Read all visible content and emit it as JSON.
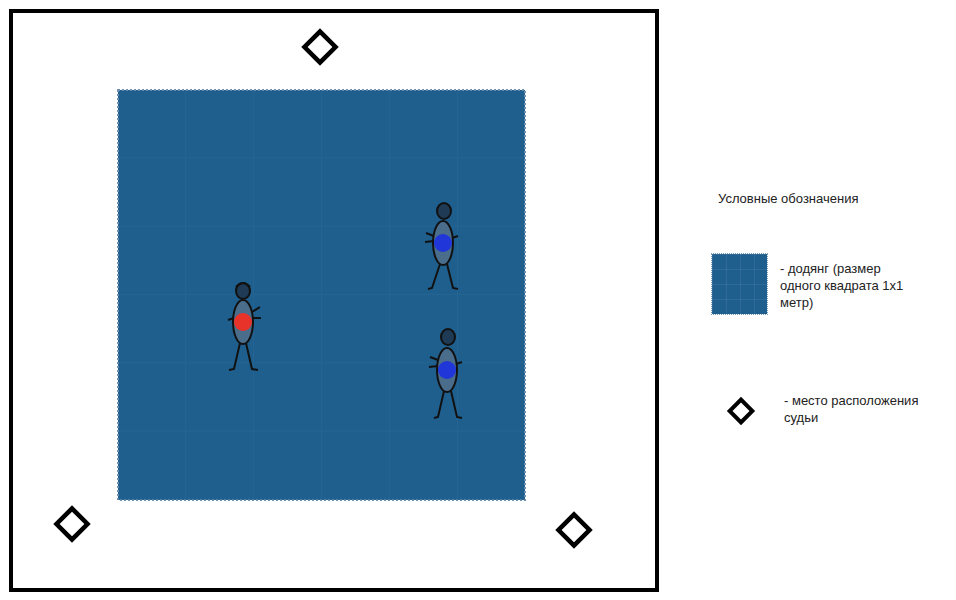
{
  "diagram": {
    "labels": [
      "Условные обозначения"
    ],
    "legend": [
      {
        "text": "- додянг (размер одного квадрата 1x1 метр)",
        "color": "#1f5f8e"
      },
      {
        "text": "- место расположения судьи"
      }
    ]
  }
}
